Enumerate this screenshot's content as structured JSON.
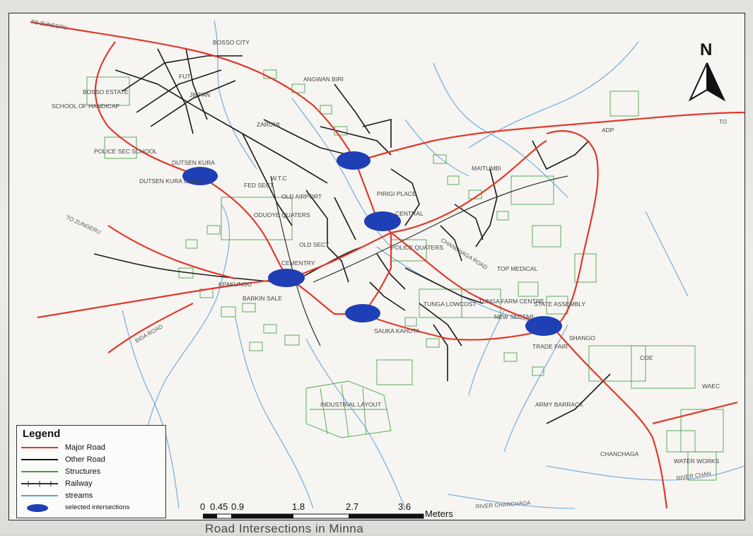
{
  "map": {
    "north_label": "N",
    "legend": {
      "title": "Legend",
      "items": [
        {
          "label": "Major Road",
          "color": "#e03a2c",
          "kind": "line"
        },
        {
          "label": "Other Road",
          "color": "#1a1a1a",
          "kind": "line"
        },
        {
          "label": "Structures",
          "color": "#3f9e3a",
          "kind": "line"
        },
        {
          "label": "Railway",
          "color": "#333333",
          "kind": "rail"
        },
        {
          "label": "streams",
          "color": "#5aa0d6",
          "kind": "line"
        },
        {
          "label": "selected intersections",
          "color": "#1f3fb4",
          "kind": "dot"
        }
      ]
    },
    "scale": {
      "ticks": [
        "0",
        "0.45",
        "0.9",
        "1.8",
        "2.7",
        "3.6"
      ],
      "units": "Meters"
    },
    "caption": "Road Intersections in Minna",
    "places": [
      "BOSSO CITY",
      "ANGWAN BIRI",
      "FUT",
      "JIKPAN",
      "BOSSO ESTATE",
      "SCHOOL OF HANDICAP",
      "POLICE SEC SCHOOL",
      "DUTSEN KURA",
      "DUTSEN KURA GWARI",
      "ZARUMI",
      "W.T.C",
      "OLD AIRPORT",
      "FED SECT",
      "ODUOYE QUATERS",
      "OLD SECT",
      "CEMENTRY",
      "KPAKUNGU",
      "BARKIN SALE",
      "MAITUMBI",
      "POLICE QUATERS",
      "TOP MEDICAL",
      "TUNGA LOWCOST",
      "TUNGA FARM CENTRE",
      "STATE ASSEMBLY",
      "NEW SECTAR",
      "SAUKA KAHUTA",
      "TRADE FAIR",
      "SHANGO",
      "COE",
      "WAEC",
      "ARMY BARRACK",
      "INDUSTRIAL LAYOUT",
      "CHANCHAGA",
      "WATER WORKS",
      "ADP",
      "PIRIGI PLACE",
      "CENTRAL"
    ],
    "road_labels": [
      "TO ZUNGERU",
      "TO ZUNGERU",
      "TO",
      "RIVER CHAN",
      "RIVER CHANCHAGA",
      "BIDA ROAD",
      "CHANCHAGA ROAD"
    ],
    "intersections_count": 6
  }
}
